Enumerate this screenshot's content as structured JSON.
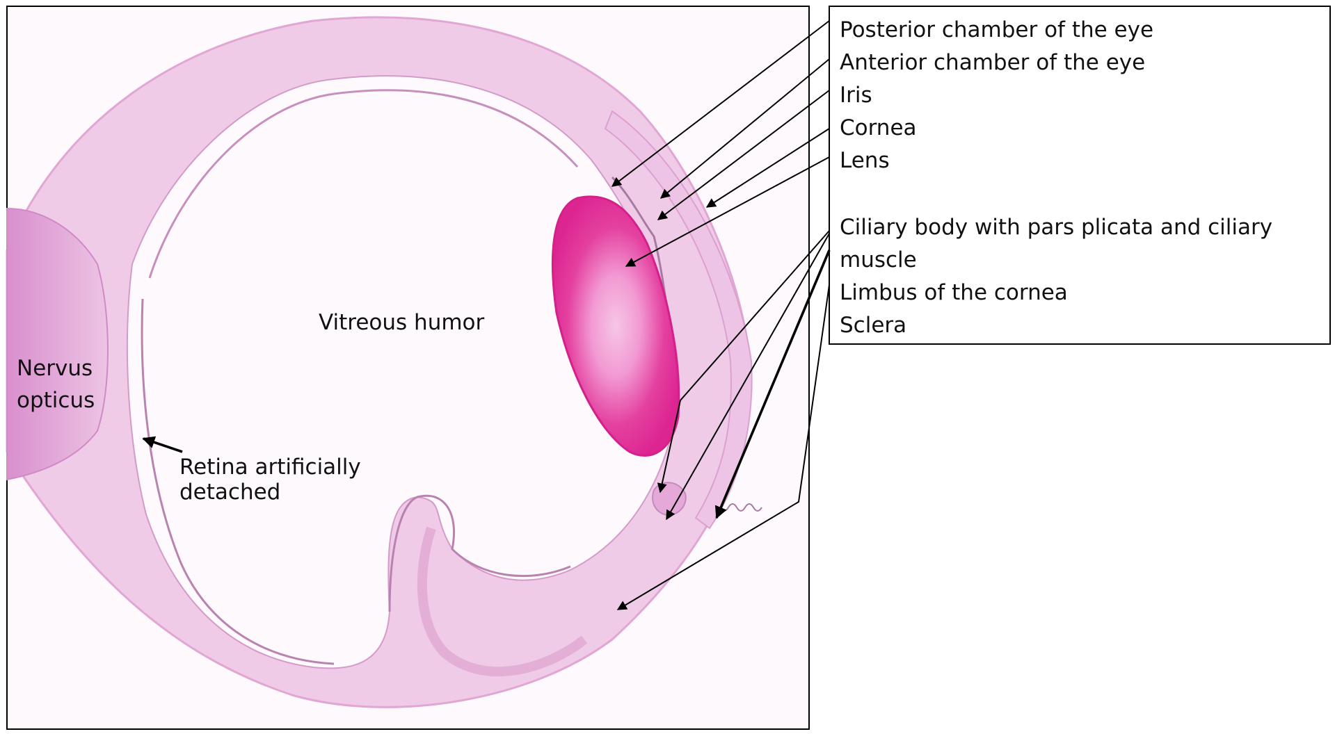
{
  "image_labels": {
    "vitreous": "Vitreous humor",
    "nervus_line1": "Nervus",
    "nervus_line2": "opticus",
    "retina_line1": "Retina artificially",
    "retina_line2": "detached"
  },
  "legend": {
    "items": [
      "Posterior chamber of the eye",
      "Anterior chamber of the eye",
      "Iris",
      "Cornea",
      "Lens",
      "Ciliary body with pars plicata and ciliary",
      "muscle",
      "Limbus of the cornea",
      "Sclera"
    ]
  },
  "colors": {
    "tissue_light": "#ecc4e4",
    "tissue_mid": "#e6a9d9",
    "lens_outer": "#e2329f",
    "lens_inner": "#f39ad4",
    "text": "#111111",
    "border": "#000000"
  }
}
